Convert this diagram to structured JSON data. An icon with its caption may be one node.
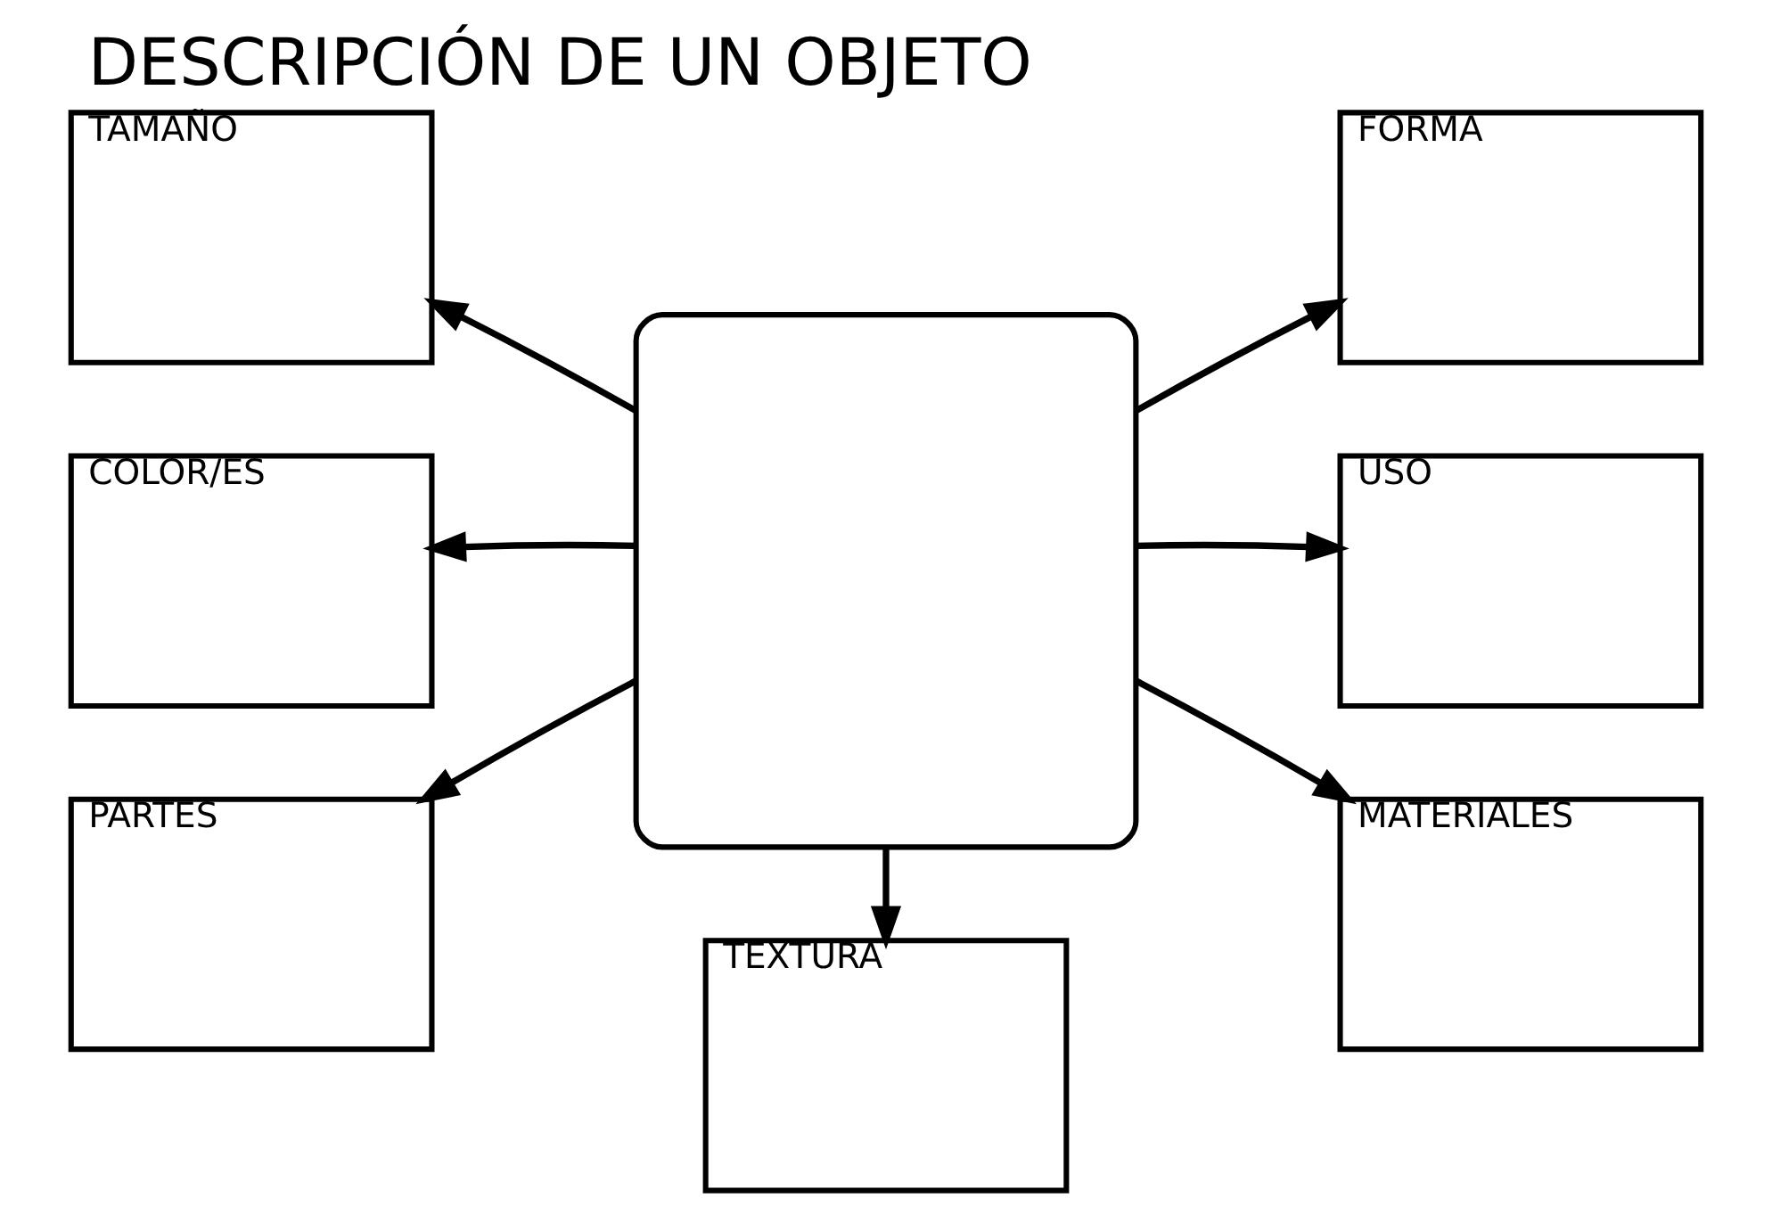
{
  "diagram": {
    "title": "DESCRIPCIÓN DE UN OBJETO",
    "nodes": [
      {
        "text": [],
        "shape": "box"
      },
      {
        "text": [
          "TAMAÑO"
        ]
      },
      {
        "text": [
          "FORMA"
        ]
      },
      {
        "text": [
          "COLOR/ES"
        ]
      },
      {
        "text": [
          "USO"
        ]
      },
      {
        "text": [
          "PARTES"
        ]
      },
      {
        "text": [
          "TEXTURA"
        ]
      },
      {
        "text": [
          "MATERIALES"
        ]
      }
    ],
    "edges": [
      {
        "from": 0,
        "to": 1,
        "arrow": "to"
      },
      {
        "from": 0,
        "to": 2,
        "arrow": "to"
      },
      {
        "from": 0,
        "to": 3,
        "arrow": "to"
      },
      {
        "from": 0,
        "to": 4,
        "arrow": "to"
      },
      {
        "from": 0,
        "to": 5,
        "arrow": "to"
      },
      {
        "from": 0,
        "to": 6,
        "arrow": "to"
      },
      {
        "from": 0,
        "to": 7,
        "arrow": "to"
      }
    ]
  }
}
